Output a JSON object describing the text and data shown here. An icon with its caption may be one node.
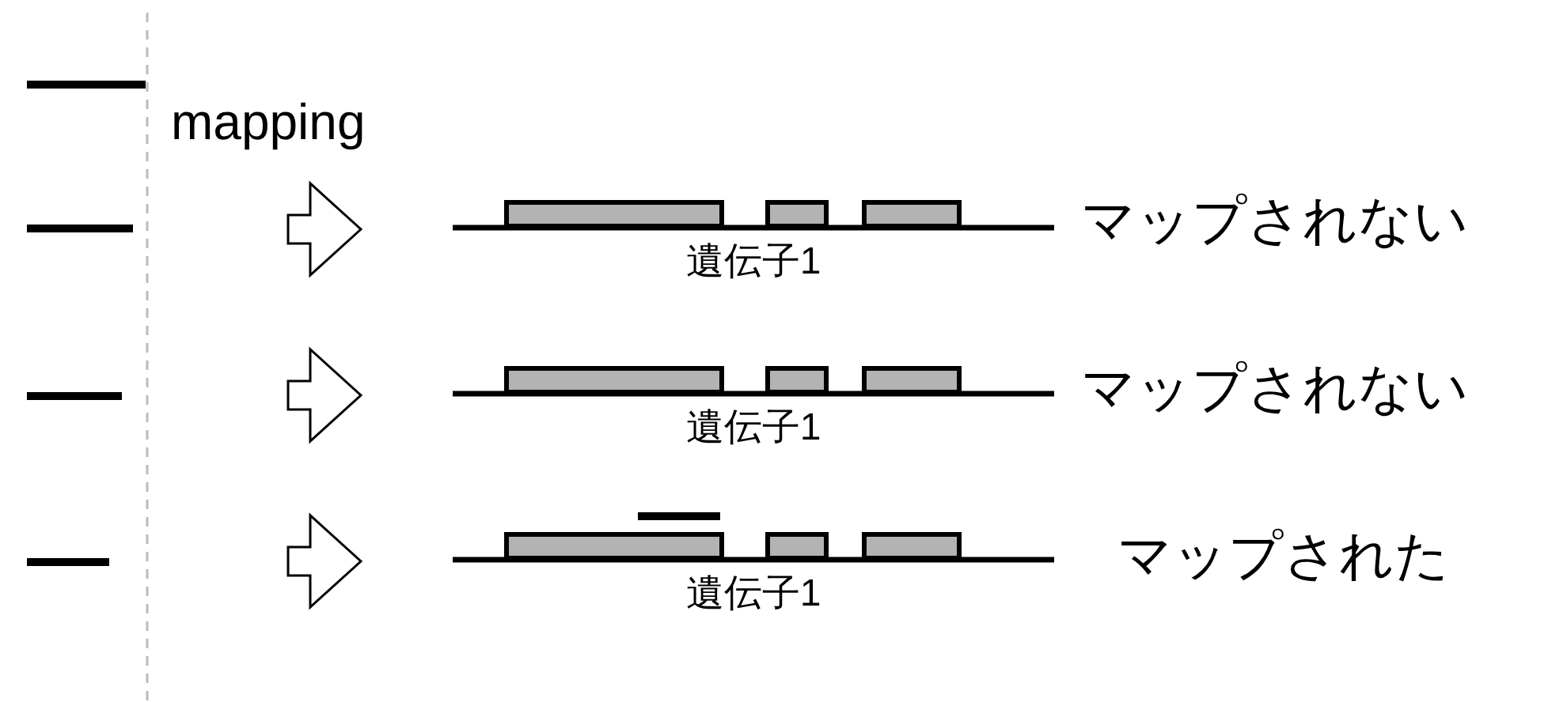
{
  "diagram": {
    "nodes": [
      {
        "text": [],
        "shape": "bar"
      },
      {
        "text": [],
        "shape": "bar"
      },
      {
        "text": [
          "遺伝子1"
        ],
        "beside": [
          "マップされない"
        ]
      },
      {
        "text": [],
        "shape": "bar"
      },
      {
        "text": [
          "遺伝子1"
        ],
        "beside": [
          "マップされない"
        ]
      },
      {
        "text": [],
        "shape": "bar"
      },
      {
        "text": [
          "遺伝子1"
        ],
        "beside": [
          "マップされた"
        ]
      },
      {
        "text": [],
        "shape": "bar"
      }
    ],
    "labels": [
      "mapping"
    ]
  }
}
